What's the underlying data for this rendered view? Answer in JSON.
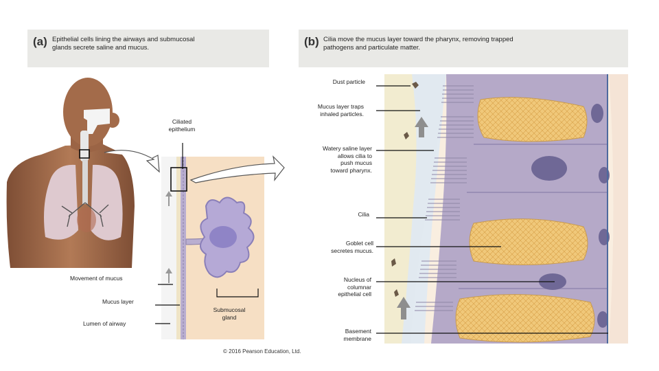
{
  "panel_a": {
    "letter": "(a)",
    "caption_line1": "Epithelial cells lining the airways and submucosal",
    "caption_line2": "glands secrete saline and mucus.",
    "labels": {
      "ciliated_line1": "Ciliated",
      "ciliated_line2": "epithelium",
      "movement_of_mucus": "Movement of mucus",
      "mucus_layer": "Mucus layer",
      "lumen_of_airway": "Lumen of airway",
      "submucosal_line1": "Submucosal",
      "submucosal_line2": "gland"
    }
  },
  "panel_b": {
    "letter": "(b)",
    "caption_line1": "Cilia move the mucus layer toward the pharynx, removing trapped",
    "caption_line2": "pathogens and particulate matter.",
    "labels": {
      "dust_particle": "Dust particle",
      "mucus_traps_line1": "Mucus layer traps",
      "mucus_traps_line2": "inhaled particles.",
      "watery_line1": "Watery saline layer",
      "watery_line2": "allows cilia to",
      "watery_line3": "push mucus",
      "watery_line4": "toward pharynx.",
      "cilia": "Cilia",
      "goblet_line1": "Goblet cell",
      "goblet_line2": "secretes mucus.",
      "nucleus_line1": "Nucleus of",
      "nucleus_line2": "columnar",
      "nucleus_line3": "epithelial cell",
      "basement_line1": "Basement",
      "basement_line2": "membrane"
    }
  },
  "credit": "© 2016 Pearson Education, Ltd.",
  "colors": {
    "header_bg": "#e9e9e6",
    "tissue_bg": "#f6dfc4",
    "cell_purple": "#b5a9c8",
    "nucleus": "#6f6896",
    "goblet_fill": "#f0c87a",
    "mucus": "#f2ecd0",
    "saline": "#dfe9f3",
    "skin": "#a86f4e"
  }
}
